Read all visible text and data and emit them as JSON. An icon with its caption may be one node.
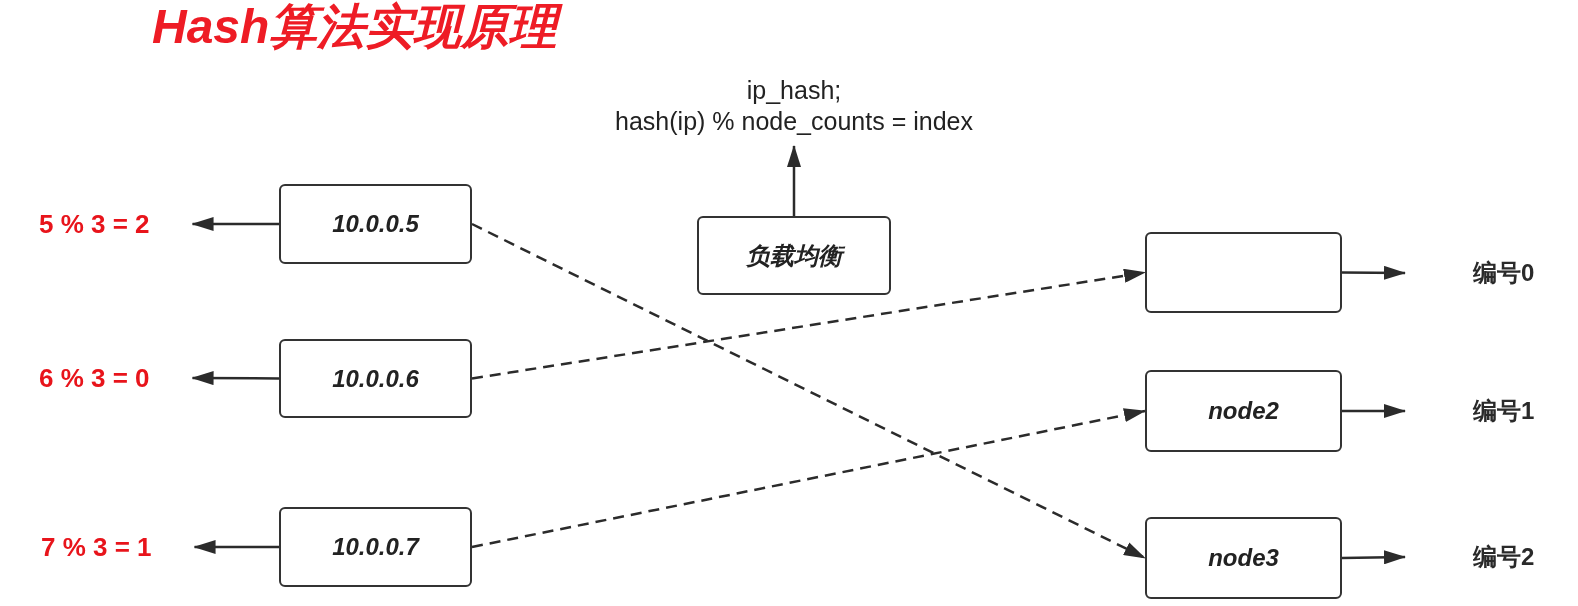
{
  "diagram": {
    "title": "Hash算法实现原理",
    "nodes": [
      {
        "text": [
          "ip_hash;",
          "hash(ip) % node_counts = index"
        ]
      },
      {
        "text": [
          "5 % 3 = 2"
        ]
      },
      {
        "text": [
          "10.0.0.5"
        ]
      },
      {
        "text": [
          "负载均衡"
        ]
      },
      {
        "text": [],
        "shape": "box"
      },
      {
        "text": [
          "编号0"
        ]
      },
      {
        "text": [
          "6 % 3 = 0"
        ]
      },
      {
        "text": [
          "10.0.0.6"
        ]
      },
      {
        "text": [
          "node2"
        ]
      },
      {
        "text": [
          "编号1"
        ]
      },
      {
        "text": [
          "7 % 3 = 1"
        ]
      },
      {
        "text": [
          "10.0.0.7"
        ]
      },
      {
        "text": [
          "node3"
        ]
      },
      {
        "text": [
          "编号2"
        ]
      }
    ],
    "edges": [
      {
        "from": 3,
        "to": 0,
        "arrow": "to"
      },
      {
        "from": 2,
        "to": 1,
        "arrow": "to"
      },
      {
        "from": 2,
        "to": 12,
        "arrow": "to",
        "style": "dashed"
      },
      {
        "from": 7,
        "to": 6,
        "arrow": "to"
      },
      {
        "from": 7,
        "to": 4,
        "arrow": "to",
        "style": "dashed"
      },
      {
        "from": 11,
        "to": 10,
        "arrow": "to"
      },
      {
        "from": 11,
        "to": 8,
        "arrow": "to",
        "style": "dashed"
      },
      {
        "from": 4,
        "to": 5,
        "arrow": "to"
      },
      {
        "from": 8,
        "to": 9,
        "arrow": "to"
      },
      {
        "from": 12,
        "to": 13,
        "arrow": "to"
      }
    ]
  }
}
